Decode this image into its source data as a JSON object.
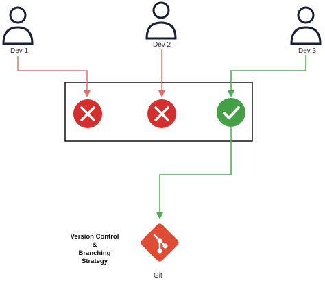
{
  "developers": [
    {
      "label": "Dev 1",
      "status": "rejected"
    },
    {
      "label": "Dev 2",
      "status": "rejected"
    },
    {
      "label": "Dev 3",
      "status": "accepted"
    }
  ],
  "title_lines": [
    "Version Control",
    "&",
    "Branching",
    "Strategy"
  ],
  "git_label": "Git",
  "colors": {
    "reject_arrow": "#e2706c",
    "accept_arrow": "#4caf50",
    "reject_badge": "#d32f2f",
    "accept_badge": "#43a047",
    "git_logo": "#de4c36",
    "outline": "#1a1f36"
  },
  "icons": {
    "person": "person-outline-icon",
    "reject": "x-circle-icon",
    "accept": "check-circle-icon",
    "git": "git-logo-icon"
  }
}
